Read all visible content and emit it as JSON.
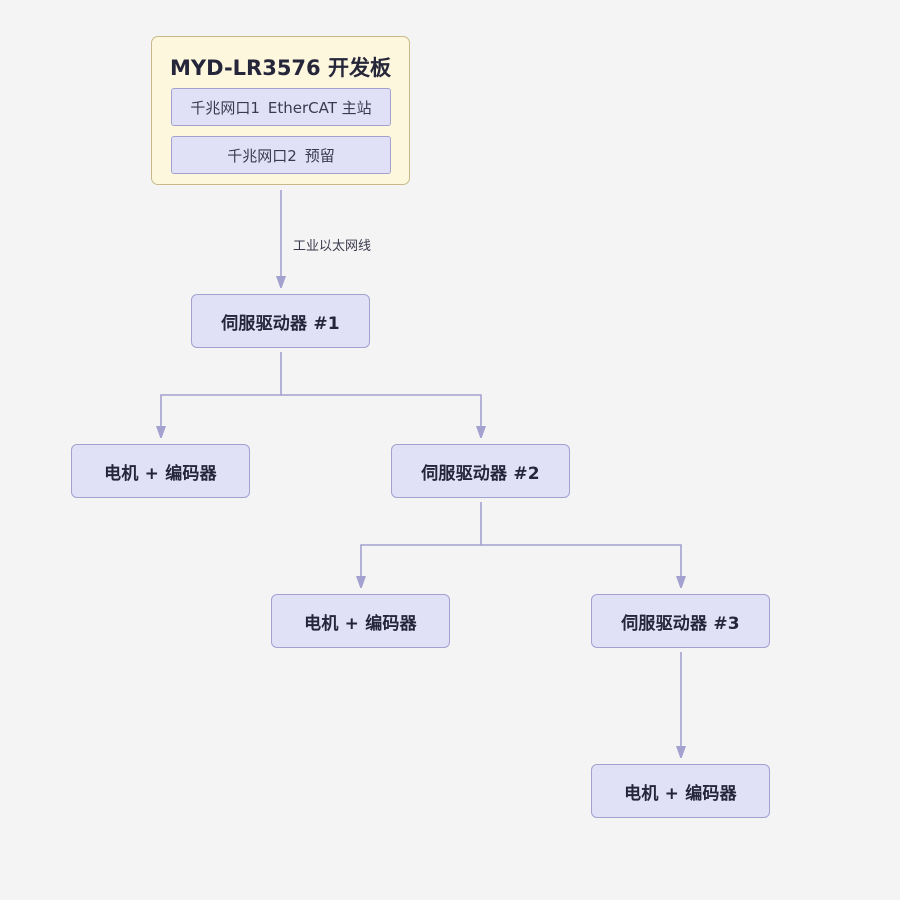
{
  "board": {
    "title": "MYD-LR3576 开发板",
    "ports": [
      {
        "name": "千兆网口1",
        "role": "EtherCAT 主站"
      },
      {
        "name": "千兆网口2",
        "role": "预留"
      }
    ]
  },
  "edge_label": "工业以太网线",
  "nodes": {
    "servo1": "伺服驱动器 #1",
    "servo2": "伺服驱动器 #2",
    "servo3": "伺服驱动器 #3",
    "motor1": "电机 + 编码器",
    "motor2": "电机 + 编码器",
    "motor3": "电机 + 编码器"
  },
  "colors": {
    "background": "#f4f4f4",
    "node_fill": "#e0e1f7",
    "node_border": "#a3a1cf",
    "board_fill": "#fdf7de",
    "board_border": "#c9b98a",
    "edge": "#a3a1cf"
  }
}
